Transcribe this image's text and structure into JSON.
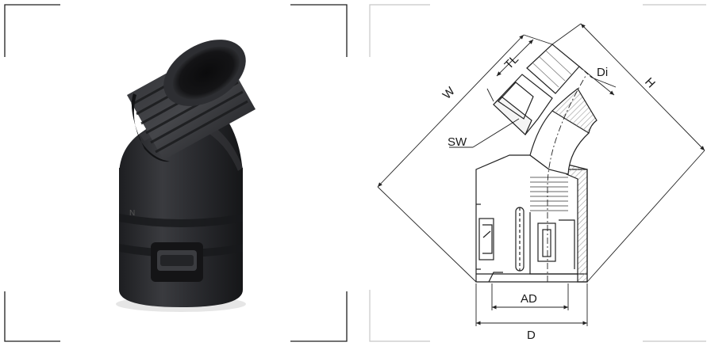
{
  "diagram": {
    "labels": {
      "w": "W",
      "tl": "TL",
      "di": "Di",
      "h": "H",
      "sw": "SW",
      "ad": "AD",
      "d": "D"
    }
  },
  "colors": {
    "product_body": "#2b2c2f",
    "product_highlight": "#4a4b4f",
    "frame_dark": "#1f1f1f",
    "frame_light": "#c8c8c8",
    "drawing_line": "#222222",
    "hatch": "#b8b8b8"
  },
  "icons": {
    "product_photo": "conduit-elbow-fitting-photo",
    "technical_drawing": "conduit-elbow-dimension-drawing"
  }
}
